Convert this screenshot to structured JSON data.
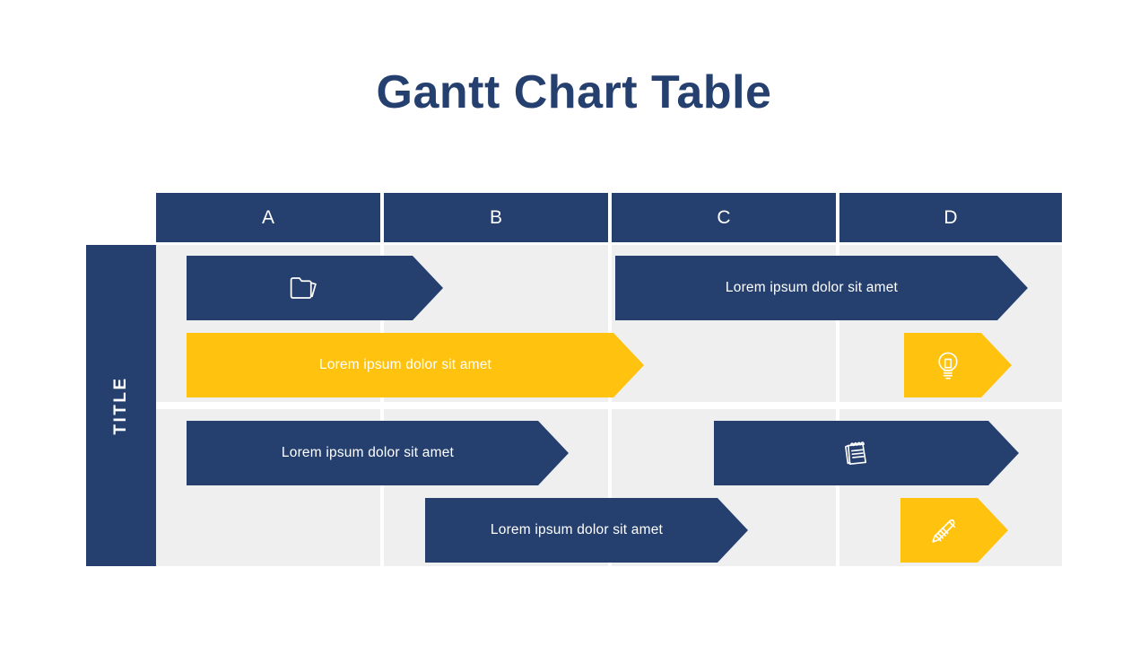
{
  "slide": {
    "title": "Gantt Chart Table",
    "accent_navy": "#25406E",
    "accent_yellow": "#FFC20E",
    "band_background": "#EFEFEF",
    "page_background": "#FFFFFF"
  },
  "chart_data": {
    "type": "bar",
    "title": "Gantt Chart Table",
    "xlabel": "",
    "ylabel": "TITLE",
    "grid": true,
    "legend": null,
    "categories": [
      "A",
      "B",
      "C",
      "D"
    ],
    "row_axis_label": "TITLE",
    "tasks": [
      {
        "row": 1,
        "start_column": "A",
        "end_column": "A",
        "label": "",
        "icon": "folder-icon",
        "color": "#25406E",
        "style": "navy"
      },
      {
        "row": 1,
        "start_column": "C",
        "end_column": "D",
        "label": "Lorem ipsum dolor sit amet",
        "icon": null,
        "color": "#25406E",
        "style": "navy"
      },
      {
        "row": 2,
        "start_column": "A",
        "end_column": "B",
        "label": "Lorem ipsum dolor sit amet",
        "icon": null,
        "color": "#FFC20E",
        "style": "yellow"
      },
      {
        "row": 2,
        "start_column": "D",
        "end_column": "D",
        "label": "",
        "icon": "lightbulb-icon",
        "color": "#FFC20E",
        "style": "yellow"
      },
      {
        "row": 3,
        "start_column": "A",
        "end_column": "B",
        "label": "Lorem ipsum dolor sit amet",
        "icon": null,
        "color": "#25406E",
        "style": "navy"
      },
      {
        "row": 3,
        "start_column": "C",
        "end_column": "D",
        "label": "",
        "icon": "notepad-icon",
        "color": "#25406E",
        "style": "navy"
      },
      {
        "row": 4,
        "start_column": "B",
        "end_column": "C",
        "label": "Lorem ipsum dolor sit amet",
        "icon": null,
        "color": "#25406E",
        "style": "navy"
      },
      {
        "row": 4,
        "start_column": "D",
        "end_column": "D",
        "label": "",
        "icon": "pencil-icon",
        "color": "#FFC20E",
        "style": "yellow"
      }
    ]
  },
  "header": {
    "columns": [
      {
        "label": "A"
      },
      {
        "label": "B"
      },
      {
        "label": "C"
      },
      {
        "label": "D"
      }
    ]
  },
  "bars": [
    {
      "label": "",
      "icon": "folder-icon"
    },
    {
      "label": "Lorem ipsum dolor sit amet",
      "icon": null
    },
    {
      "label": "Lorem ipsum dolor sit amet",
      "icon": null
    },
    {
      "label": "",
      "icon": "lightbulb-icon"
    },
    {
      "label": "Lorem ipsum dolor sit amet",
      "icon": null
    },
    {
      "label": "",
      "icon": "notepad-icon"
    },
    {
      "label": "Lorem ipsum dolor sit amet",
      "icon": null
    },
    {
      "label": "",
      "icon": "pencil-icon"
    }
  ]
}
